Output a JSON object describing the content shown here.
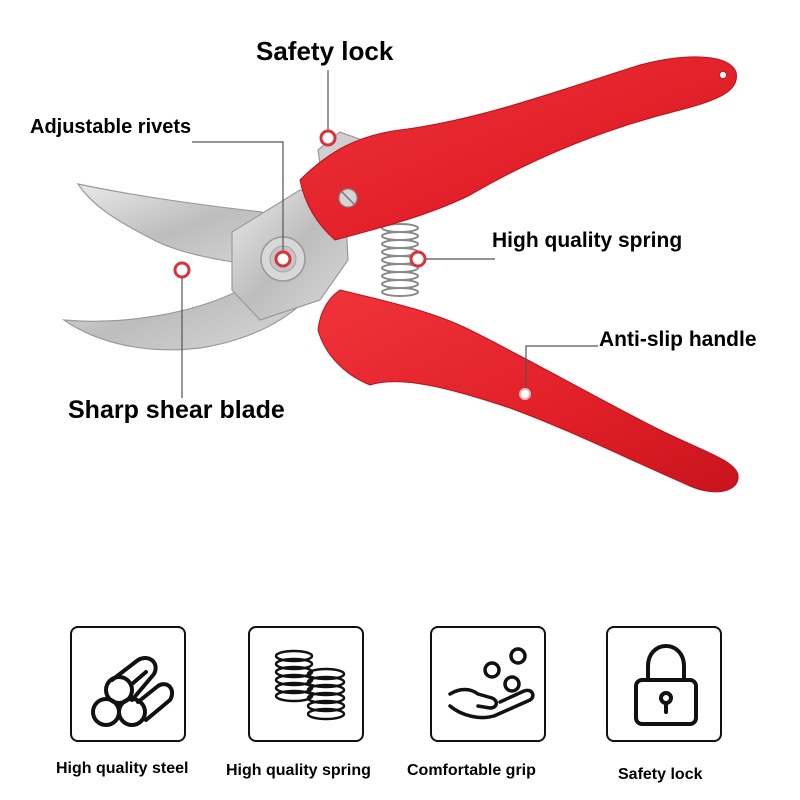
{
  "callouts": {
    "safety_lock": "Safety lock",
    "adjustable_rivets": "Adjustable rivets",
    "spring": "High quality spring",
    "handle": "Anti-slip handle",
    "blade": "Sharp shear blade"
  },
  "features": [
    {
      "label": "High quality steel",
      "icon": "steel-bars-icon"
    },
    {
      "label": "High quality spring",
      "icon": "spring-coils-icon"
    },
    {
      "label": "Comfortable grip",
      "icon": "hand-grip-icon"
    },
    {
      "label": "Safety lock",
      "icon": "padlock-icon"
    }
  ],
  "colors": {
    "handle_red": "#e8202a",
    "blade_steel": "#c9c9c9",
    "marker_red": "#d8323c"
  }
}
